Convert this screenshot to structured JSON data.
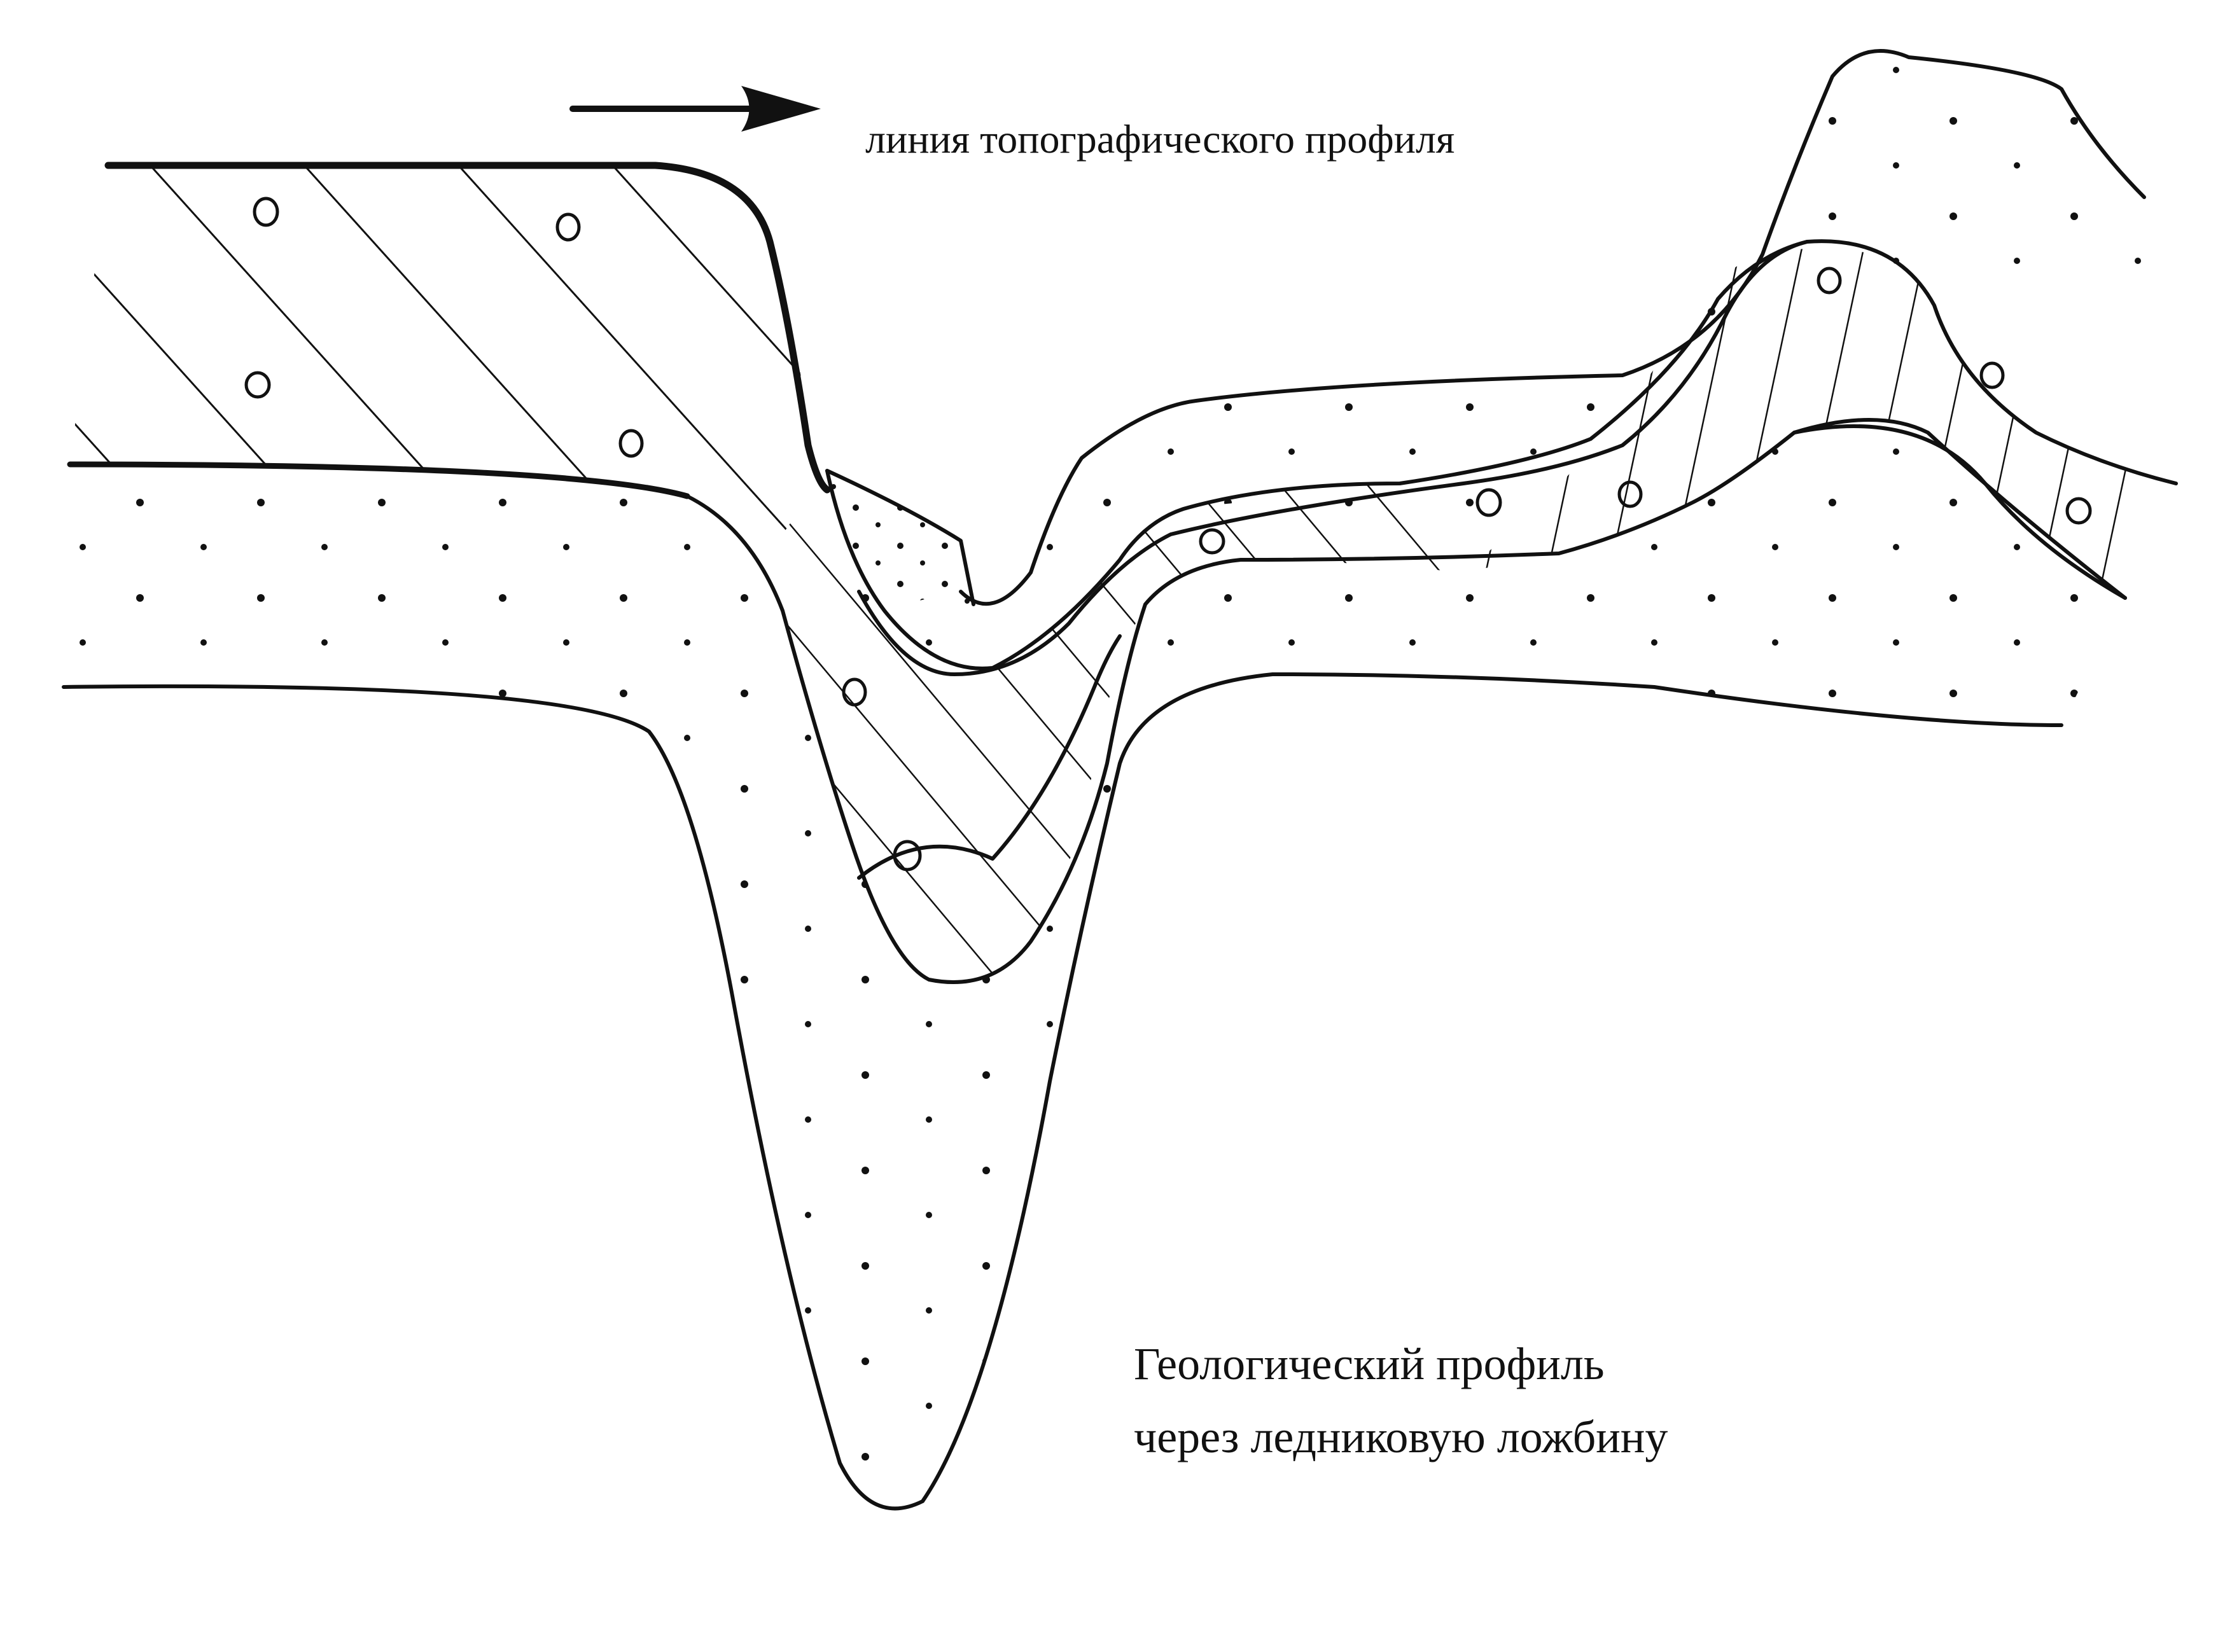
{
  "legend": {
    "arrow_label": "линия топографического профиля"
  },
  "caption": {
    "line1": "Геологический профиль",
    "line2": "через ледниковую ложбину"
  },
  "colors": {
    "ink": "#111111",
    "paper": "#ffffff"
  }
}
